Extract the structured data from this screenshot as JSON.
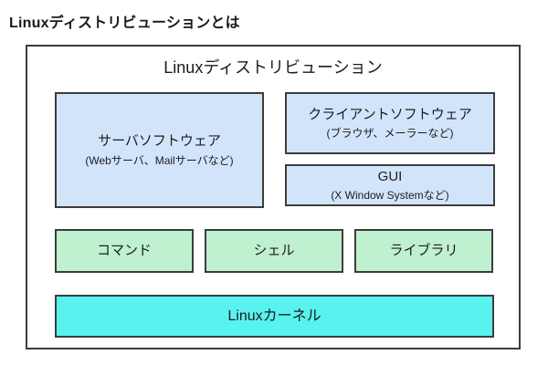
{
  "page": {
    "heading": "Linuxディストリビューションとは"
  },
  "diagram": {
    "title": "Linuxディストリビューション",
    "colors": {
      "software_blue": "#d2e4fa",
      "tool_green": "#bff0d0",
      "kernel_cyan": "#58f2ef",
      "border_gray": "#3c3c3c"
    },
    "boxes": {
      "server": {
        "label": "サーバソフトウェア",
        "sub": "(Webサーバ、Mailサーバなど)"
      },
      "client": {
        "label": "クライアントソフトウェア",
        "sub": "(ブラウザ、メーラーなど)"
      },
      "gui": {
        "label": "GUI",
        "sub": "(X Window Systemなど)"
      },
      "command": {
        "label": "コマンド"
      },
      "shell": {
        "label": "シェル"
      },
      "library": {
        "label": "ライブラリ"
      },
      "kernel": {
        "label": "Linuxカーネル"
      }
    }
  }
}
